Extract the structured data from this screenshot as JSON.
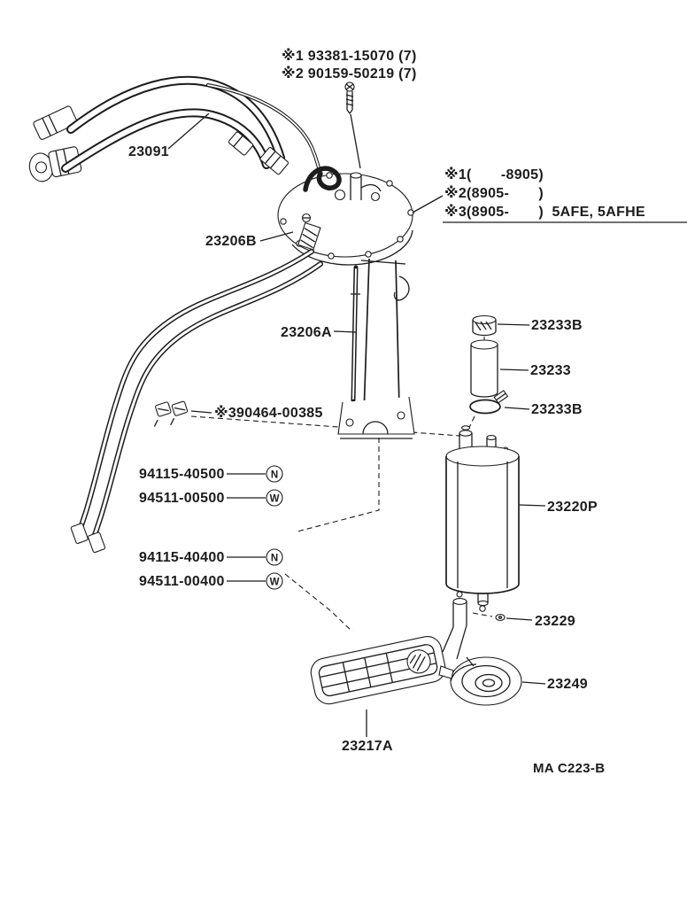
{
  "page": {
    "background": "#ffffff",
    "ink": "#1c1c1c",
    "footer_code": "MA C223-B"
  },
  "top_notes": {
    "line1": "※1 93381-15070 (7)",
    "line2": "※2 90159-50219 (7)"
  },
  "applicability": {
    "line1": "※1(       -8905)",
    "line2": "※2(8905-       )",
    "line3": "※3(8905-       )  5AFE, 5AFHE"
  },
  "part_labels": {
    "fuel_hose": "23091",
    "plate_sub_assy": "23206B",
    "bracket": "23206A",
    "clamp_upper": "23233B",
    "filter_hose": "23233",
    "clamp_lower": "23233B",
    "clip_note": "※390464-00385",
    "fuel_pump": "23220P",
    "grommet": "23229",
    "pump_filter": "23249",
    "strainer": "23217A"
  },
  "fasteners": [
    {
      "number": "94115-40500",
      "symbol": "N"
    },
    {
      "number": "94511-00500",
      "symbol": "W"
    },
    {
      "number": "94115-40400",
      "symbol": "N"
    },
    {
      "number": "94511-00400",
      "symbol": "W"
    }
  ]
}
